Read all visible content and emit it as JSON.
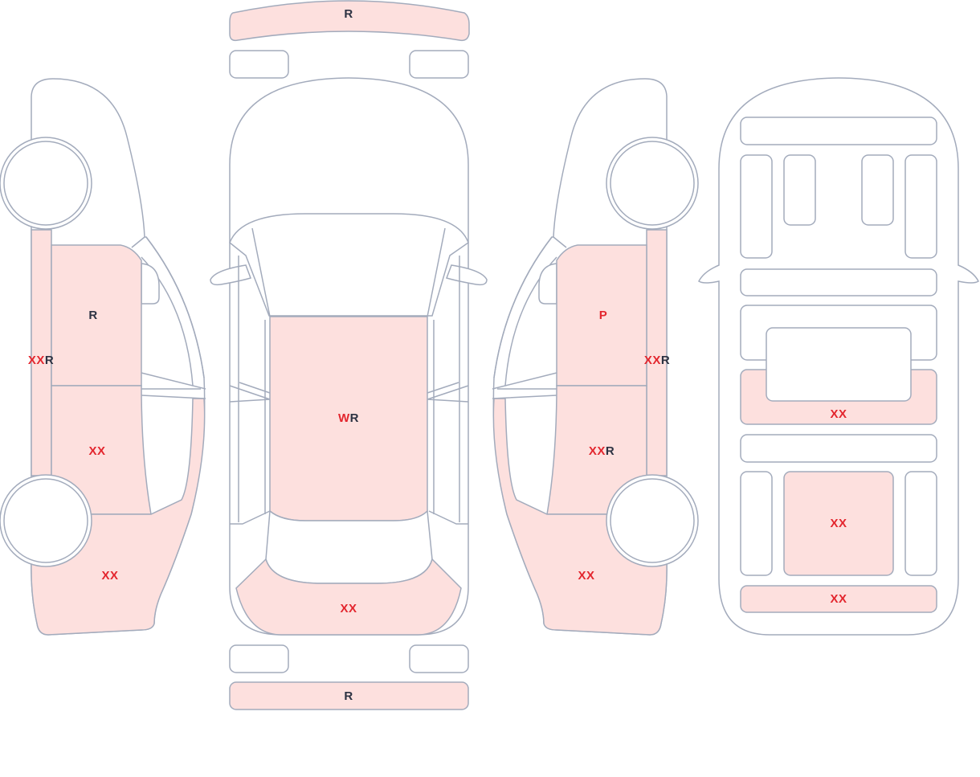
{
  "colors": {
    "damaged_fill": "#fde0de",
    "outline": "#a3abbc",
    "code_red": "#e3262e",
    "code_dark": "#2c3242"
  },
  "codes": {
    "front_bumper": "R",
    "rear_bumper": "R",
    "roof": [
      "W",
      "R"
    ],
    "trunk": "XX",
    "left_rocker": [
      "XX",
      "R"
    ],
    "left_front_door": "R",
    "left_rear_door": "XX",
    "left_quarter": "XX",
    "right_rocker": [
      "XX",
      "R"
    ],
    "right_front_door": "P",
    "right_rear_door": [
      "XX",
      "R"
    ],
    "right_quarter": "XX",
    "floor_rear_section": "XX",
    "floor_trunk_center": "XX",
    "floor_rear_panel": "XX"
  }
}
